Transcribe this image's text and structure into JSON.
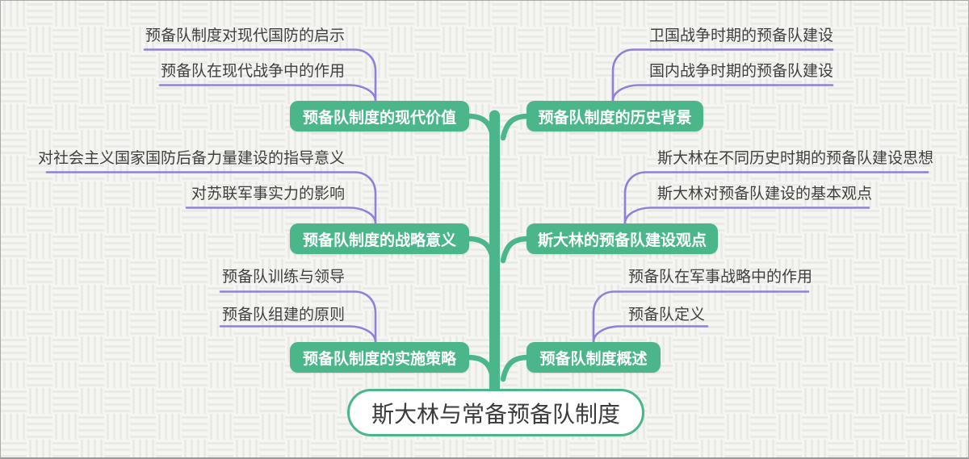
{
  "root": {
    "label": "斯大林与常备预备队制度"
  },
  "branches": [
    {
      "side": "left",
      "label": "预备队制度的现代价值",
      "children": [
        "预备队制度对现代国防的启示",
        "预备队在现代战争中的作用"
      ]
    },
    {
      "side": "right",
      "label": "预备队制度的历史背景",
      "children": [
        "卫国战争时期的预备队建设",
        "国内战争时期的预备队建设"
      ]
    },
    {
      "side": "left",
      "label": "预备队制度的战略意义",
      "children": [
        "对社会主义国家国防后备力量建设的指导意义",
        "对苏联军事实力的影响"
      ]
    },
    {
      "side": "right",
      "label": "斯大林的预备队建设观点",
      "children": [
        "斯大林在不同历史时期的预备队建设思想",
        "斯大林对预备队建设的基本观点"
      ]
    },
    {
      "side": "left",
      "label": "预备队制度的实施策略",
      "children": [
        "预备队训练与领导",
        "预备队组建的原则"
      ]
    },
    {
      "side": "right",
      "label": "预备队制度概述",
      "children": [
        "预备队在军事战略中的作用",
        "预备队定义"
      ]
    }
  ],
  "colors": {
    "branch_node_fill": "#4cb68b",
    "trunk_green": "#4cb68b",
    "leaf_connector_purple": "#9180da",
    "leaf_text": "#3f3f3f",
    "root_border": "#4cb68b",
    "root_text": "#3b3b3b",
    "background_base": "#f5f5f2",
    "background_stripe": "#e7e7e3"
  }
}
